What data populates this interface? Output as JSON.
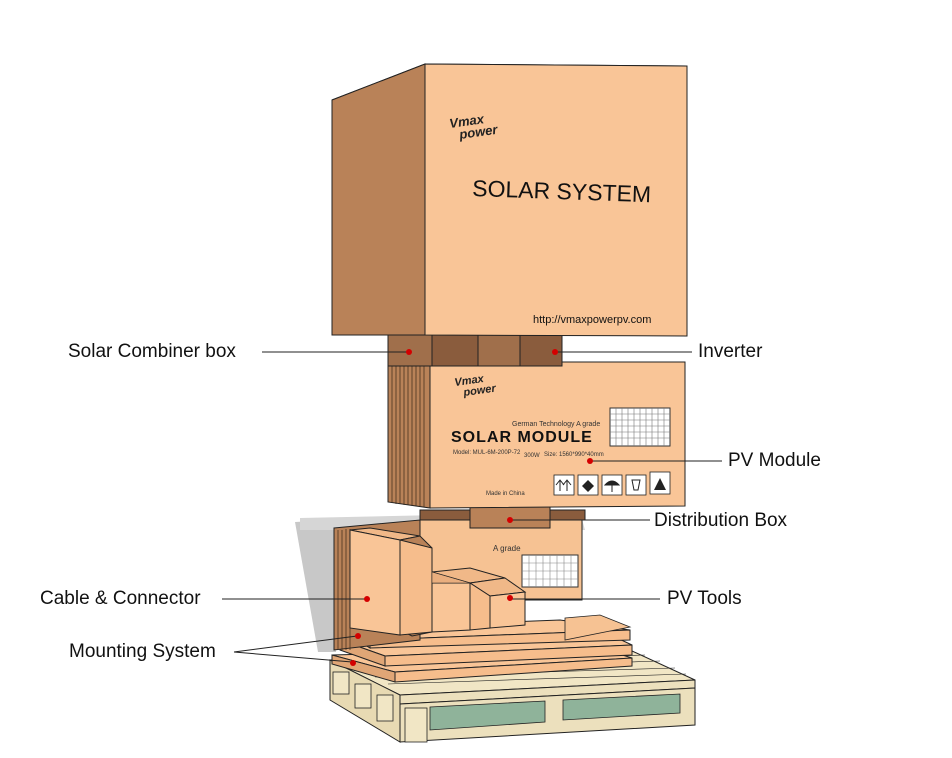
{
  "callouts": {
    "solar_combiner_box": "Solar Combiner box",
    "inverter": "Inverter",
    "pv_module": "PV Module",
    "distribution_box": "Distribution Box",
    "cable_connector": "Cable & Connector",
    "pv_tools": "PV Tools",
    "mounting_system": "Mounting System"
  },
  "top_box": {
    "brand_line1": "Vmax",
    "brand_line2": "power",
    "title": "SOLAR SYSTEM",
    "url": "http://vmaxpowerpv.com"
  },
  "module_box": {
    "brand_line1": "Vmax",
    "brand_line2": "power",
    "tagline": "German Technology A grade",
    "title": "SOLAR MODULE",
    "model": "Model: MUL-6M-200P-72",
    "power": "300W",
    "size": "Size: 1560*990*40mm",
    "made_in": "Made in China"
  },
  "back_box": {
    "fragment": "A grade"
  },
  "colors": {
    "cardboard_front": "#f9c597",
    "cardboard_side": "#b98258",
    "cardboard_top": "#f0b888",
    "cardboard_dark": "#8a5c3d",
    "pallet_wood": "#f1e6c5",
    "pallet_gap": "#8fb39a",
    "marker_dot": "#d40000"
  }
}
